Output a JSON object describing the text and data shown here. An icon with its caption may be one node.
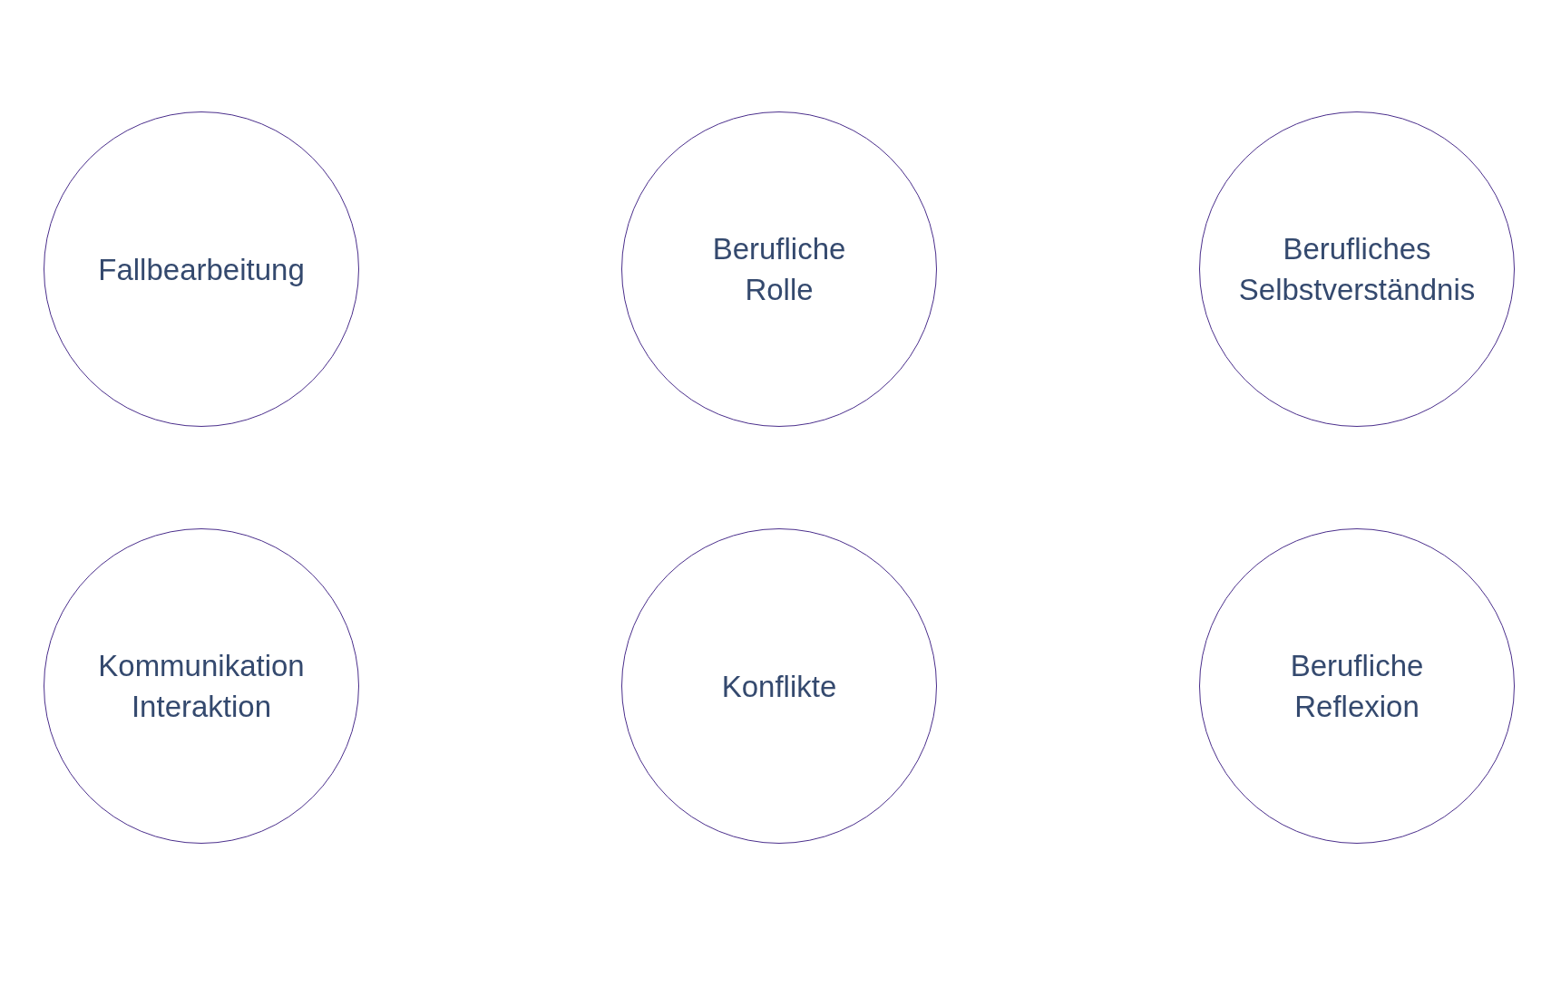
{
  "diagram": {
    "nodes": [
      {
        "text": [
          "Fallbearbeitung"
        ]
      },
      {
        "text": [
          "Berufliche Rolle"
        ]
      },
      {
        "text": [
          "Berufliches Selbstverständnis"
        ]
      },
      {
        "text": [
          "Kommunikation Interaktion"
        ]
      },
      {
        "text": [
          "Konflikte"
        ]
      },
      {
        "text": [
          "Berufliche Reflexion"
        ]
      }
    ]
  }
}
